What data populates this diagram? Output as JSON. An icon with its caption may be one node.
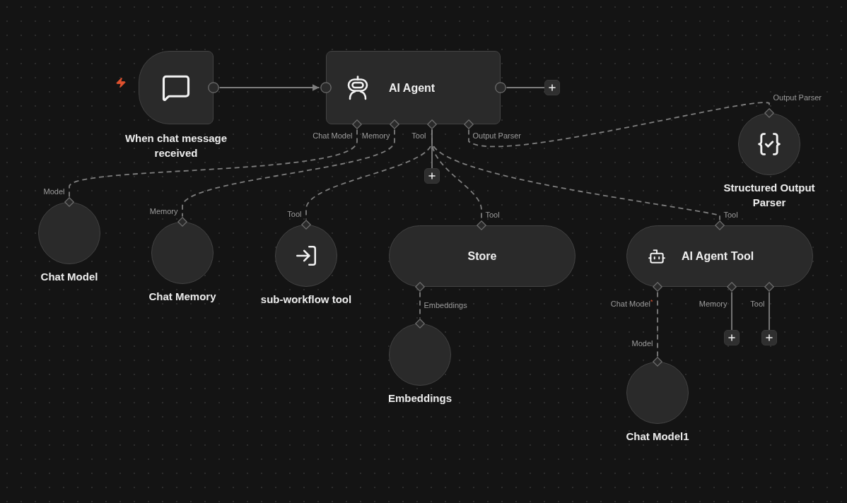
{
  "diagram": {
    "nodes": [
      {
        "text": [
          "When chat message received"
        ]
      },
      {
        "text": [
          "AI Agent"
        ],
        "beside": [
          "Chat Model",
          "Memory",
          "Tool",
          "Output Parser"
        ]
      },
      {
        "text": [
          "Chat Model"
        ],
        "beside": [
          "Model"
        ]
      },
      {
        "text": [
          "Chat Memory"
        ],
        "beside": [
          "Memory"
        ]
      },
      {
        "text": [
          "sub-workflow tool"
        ],
        "beside": [
          "Tool"
        ]
      },
      {
        "text": [
          "Store"
        ],
        "beside": [
          "Tool",
          "Embeddings"
        ]
      },
      {
        "text": [
          "Embeddings"
        ]
      },
      {
        "text": [
          "AI Agent Tool"
        ],
        "beside": [
          "Tool",
          "Chat Model$^{*}$",
          "Memory",
          "Tool"
        ]
      },
      {
        "text": [
          "Structured Output Parser"
        ],
        "beside": [
          "Output Parser"
        ]
      },
      {
        "text": [
          "Chat Model1"
        ],
        "beside": [
          "Model"
        ]
      },
      {
        "text": [],
        "shape": "box"
      },
      {
        "text": [],
        "shape": "box"
      },
      {
        "text": [],
        "shape": "box"
      },
      {
        "text": [],
        "shape": "box"
      }
    ],
    "edges": [
      {
        "from": 0,
        "to": 1,
        "arrow": "to"
      },
      {
        "from": 1,
        "to": 10,
        "arrow": "none"
      },
      {
        "from": 1,
        "to": 2,
        "arrow": "none",
        "style": "dashed"
      },
      {
        "from": 1,
        "to": 3,
        "arrow": "none",
        "style": "dashed"
      },
      {
        "from": 1,
        "to": 4,
        "arrow": "none",
        "style": "dashed"
      },
      {
        "from": 1,
        "to": 11,
        "arrow": "none"
      },
      {
        "from": 1,
        "to": 5,
        "arrow": "none",
        "style": "dashed"
      },
      {
        "from": 1,
        "to": 7,
        "arrow": "none",
        "style": "dashed"
      },
      {
        "from": 1,
        "to": 8,
        "arrow": "none",
        "style": "dashed"
      },
      {
        "from": 5,
        "to": 6,
        "arrow": "none",
        "style": "dashed"
      },
      {
        "from": 7,
        "to": 9,
        "arrow": "none",
        "style": "dashed"
      },
      {
        "from": 7,
        "to": 12,
        "arrow": "none"
      },
      {
        "from": 7,
        "to": 13,
        "arrow": "none"
      }
    ]
  }
}
